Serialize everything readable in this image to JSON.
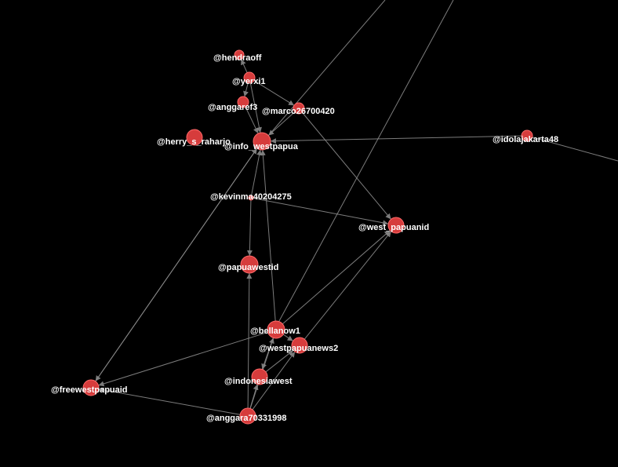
{
  "graph": {
    "background_color": "#000000",
    "node_color": "#d63c3c",
    "edge_color": "#8a8a8a",
    "nodes": [
      {
        "id": "hendraoff",
        "label": "@hendraoff"
      },
      {
        "id": "yerxi1",
        "label": "@yerxi1"
      },
      {
        "id": "anggaref3",
        "label": "@anggaref3"
      },
      {
        "id": "marco26700420",
        "label": "@marco26700420"
      },
      {
        "id": "herry_s_raharjo",
        "label": "@herry_s_raharjo"
      },
      {
        "id": "info_westpapua",
        "label": "@info_westpapua"
      },
      {
        "id": "idolajakarta48",
        "label": "@idolajakarta48"
      },
      {
        "id": "kevinma40204275",
        "label": "@kevinma40204275"
      },
      {
        "id": "west_papuanid",
        "label": "@west_papuanid"
      },
      {
        "id": "papuawestid",
        "label": "@papuawestid"
      },
      {
        "id": "bellanow1",
        "label": "@bellanow1"
      },
      {
        "id": "westpapuanews2",
        "label": "@westpapuanews2"
      },
      {
        "id": "indonesiawest",
        "label": "@indonesiawest"
      },
      {
        "id": "freewestpapuaid",
        "label": "@freewestpapuaid"
      },
      {
        "id": "anggara70331998",
        "label": "@anggara70331998"
      }
    ],
    "edges": [
      {
        "source": "yerxi1",
        "target": "hendraoff"
      },
      {
        "source": "yerxi1",
        "target": "anggaref3"
      },
      {
        "source": "yerxi1",
        "target": "info_westpapua"
      },
      {
        "source": "yerxi1",
        "target": "marco26700420"
      },
      {
        "source": "anggaref3",
        "target": "info_westpapua"
      },
      {
        "source": "marco26700420",
        "target": "info_westpapua"
      },
      {
        "source": "marco26700420",
        "target": "west_papuanid"
      },
      {
        "source": "idolajakarta48",
        "target": "info_westpapua"
      },
      {
        "source": "kevinma40204275",
        "target": "info_westpapua"
      },
      {
        "source": "kevinma40204275",
        "target": "papuawestid"
      },
      {
        "source": "kevinma40204275",
        "target": "west_papuanid"
      },
      {
        "source": "bellanow1",
        "target": "info_westpapua"
      },
      {
        "source": "bellanow1",
        "target": "west_papuanid"
      },
      {
        "source": "bellanow1",
        "target": "indonesiawest"
      },
      {
        "source": "bellanow1",
        "target": "westpapuanews2"
      },
      {
        "source": "bellanow1",
        "target": "freewestpapuaid"
      },
      {
        "source": "westpapuanews2",
        "target": "west_papuanid"
      },
      {
        "source": "freewestpapuaid",
        "target": "info_westpapua"
      },
      {
        "source": "info_westpapua",
        "target": "freewestpapuaid"
      },
      {
        "source": "anggara70331998",
        "target": "freewestpapuaid"
      },
      {
        "source": "anggara70331998",
        "target": "papuawestid"
      },
      {
        "source": "anggara70331998",
        "target": "indonesiawest"
      },
      {
        "source": "anggara70331998",
        "target": "westpapuanews2"
      },
      {
        "source": "anggara70331998",
        "target": "bellanow1"
      },
      {
        "source": "indonesiawest",
        "target": "westpapuanews2"
      }
    ]
  }
}
